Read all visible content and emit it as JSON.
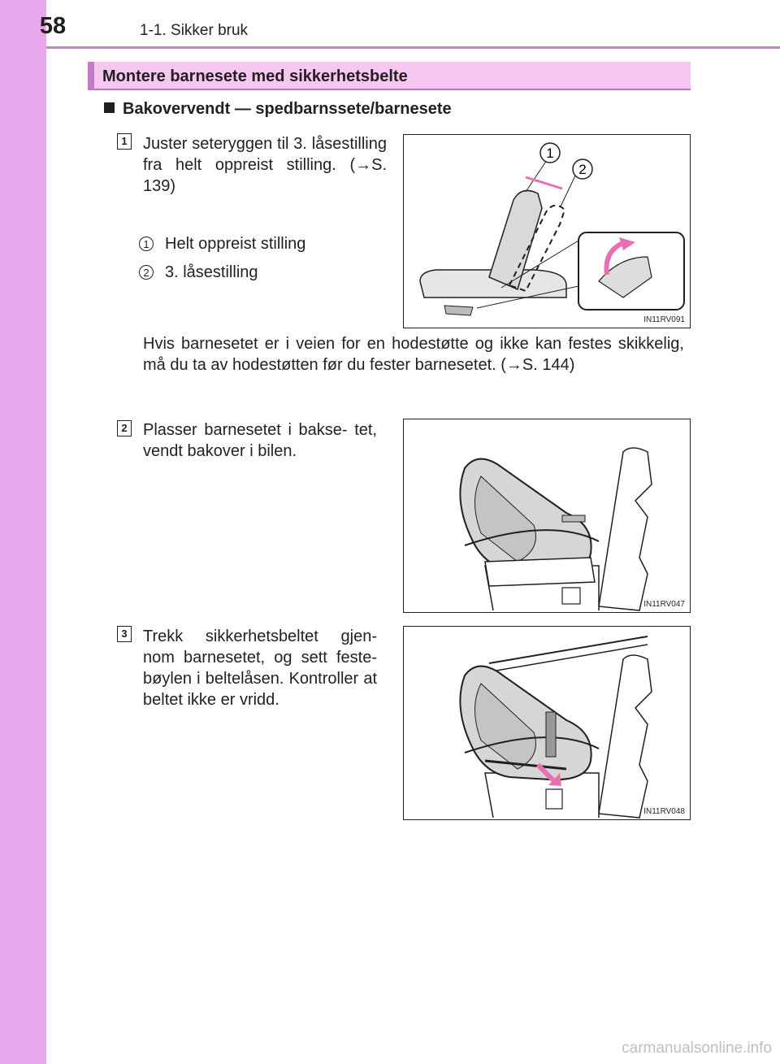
{
  "page_number": "58",
  "chapter": "1-1. Sikker bruk",
  "section_title": "Montere barnesete med sikkerhetsbelte",
  "heading": "Bakovervendt — spedbarnssete/barnesete",
  "steps": [
    {
      "number": "1",
      "text": "Juster seteryggen til 3. låsestilling fra helt oppreist stilling. (→S. 139)",
      "callouts": [
        {
          "number": "1",
          "text": "Helt oppreist stilling"
        },
        {
          "number": "2",
          "text": "3. låsestilling"
        }
      ],
      "note": "Hvis barnesetet er i veien for en hodestøtte og ikke kan festes skikkelig, må du ta av hodestøtten før du fester barnesetet. (→S. 144)",
      "figure_code": "IN11RV091"
    },
    {
      "number": "2",
      "text": "Plasser barnesetet i bakse- tet, vendt bakover i bilen.",
      "figure_code": "IN11RV047"
    },
    {
      "number": "3",
      "text": "Trekk sikkerhetsbeltet gjen- nom barnesetet, og sett feste- bøylen i beltelåsen. Kontroller at beltet ikke er vridd.",
      "figure_code": "IN11RV048"
    }
  ],
  "watermark": "carmanualsonline.info",
  "colors": {
    "sidebar": "#e8a7ea",
    "section_bar": "#f6c7f1",
    "accent": "#c27bc5",
    "arrow": "#e96fb4"
  }
}
